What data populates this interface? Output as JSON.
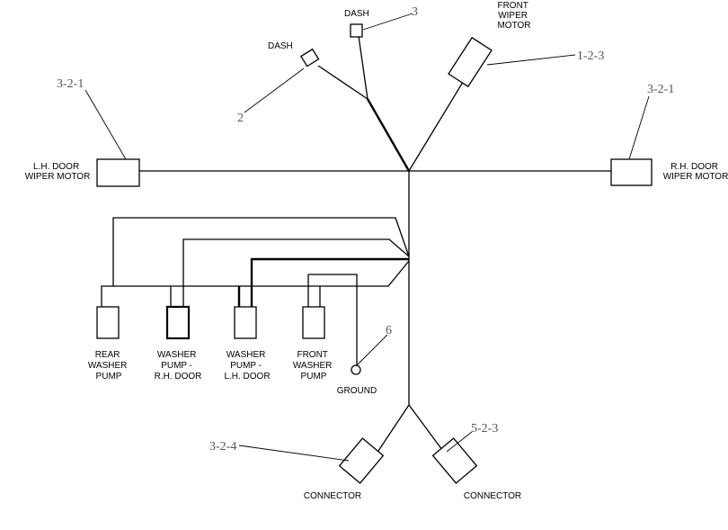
{
  "components": {
    "dash_top": "DASH",
    "dash_left": "DASH",
    "front_wiper_motor": [
      "FRONT",
      "WIPER",
      "MOTOR"
    ],
    "lh_door_wiper_motor": [
      "L.H. DOOR",
      "WIPER MOTOR"
    ],
    "rh_door_wiper_motor": [
      "R.H. DOOR",
      "WIPER MOTOR"
    ],
    "rear_washer_pump": [
      "REAR",
      "WASHER",
      "PUMP"
    ],
    "washer_pump_rh_door": [
      "WASHER",
      "PUMP -",
      "R.H. DOOR"
    ],
    "washer_pump_lh_door": [
      "WASHER",
      "PUMP -",
      "L.H. DOOR"
    ],
    "front_washer_pump": [
      "FRONT",
      "WASHER",
      "PUMP"
    ],
    "ground": "GROUND",
    "connector_left": "CONNECTOR",
    "connector_right": "CONNECTOR"
  },
  "callouts": {
    "dash_top": "3",
    "dash_left": "2",
    "front_wiper_motor": "1-2-3",
    "lh_door_wiper_motor": "3-2-1",
    "rh_door_wiper_motor": "3-2-1",
    "ground": "6",
    "connector_left": "3-2-4",
    "connector_right": "5-2-3"
  }
}
